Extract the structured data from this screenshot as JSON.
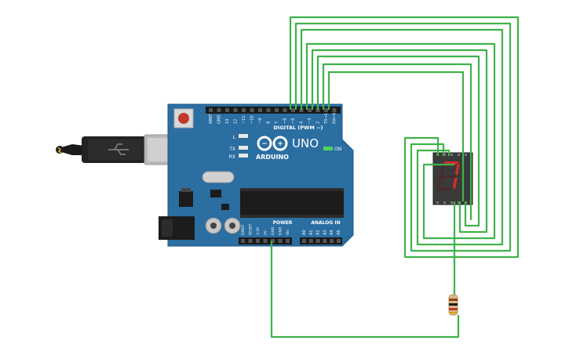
{
  "board": {
    "model": "UNO",
    "brand": "ARDUINO",
    "on_label": "ON",
    "led_l": "L",
    "led_tx": "TX",
    "led_rx": "RX",
    "digital_label": "DIGITAL (PWM ~)",
    "digital_pins": [
      "AREF",
      "GND",
      "13",
      "12",
      "~11",
      "~10",
      "~9",
      "8",
      "7",
      "~6",
      "~5",
      "4",
      "~3",
      "2",
      "TX→1",
      "RX←0"
    ],
    "power_label": "POWER",
    "power_pins": [
      "IOREF",
      "RESET",
      "3.3V",
      "5V",
      "GND",
      "GND",
      "Vin"
    ],
    "analog_label": "ANALOG IN",
    "analog_pins": [
      "A0",
      "A1",
      "A2",
      "A3",
      "A4",
      "A5"
    ]
  },
  "display": {
    "digit": "7"
  },
  "colors": {
    "board": "#2a6ea2",
    "wire": "#3fb24a",
    "segment_on": "#d62b2b",
    "segment_off": "#4a2a2a"
  }
}
